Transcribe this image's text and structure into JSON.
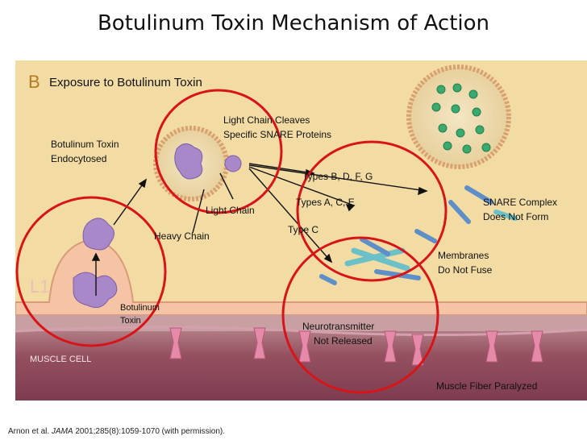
{
  "slide": {
    "title": "Botulinum Toxin Mechanism of Action",
    "citation_prefix": "Arnon et al. ",
    "citation_journal": "JAMA",
    "citation_suffix": " 2001;285(8):1059-1070 (with permission)."
  },
  "figure": {
    "panel_letter": "B",
    "panel_heading": "Exposure to Botulinum Toxin",
    "labels": {
      "endocytosed_1": "Botulinum Toxin",
      "endocytosed_2": "Endocytosed",
      "cleaves_1": "Light Chain Cleaves",
      "cleaves_2": "Specific SNARE Proteins",
      "types_bdfg": "Types B, D, F, G",
      "types_ace": "Types A, C, E",
      "type_c": "Type C",
      "light_chain": "Light Chain",
      "heavy_chain": "Heavy Chain",
      "snare_1": "SNARE Complex",
      "snare_2": "Does Not Form",
      "membranes_1": "Membranes",
      "membranes_2": "Do Not Fuse",
      "toxin_1": "Botulinum",
      "toxin_2": "Toxin",
      "neuro_1": "Neurotransmitter",
      "neuro_2": "Not Released",
      "muscle_cell": "MUSCLE CELL",
      "paralyzed": "Muscle Fiber Paralyzed",
      "l1_mark": "L1"
    },
    "colors": {
      "nerve_bg": "#f2dca4",
      "synaptic_cleft": "#c9a0a2",
      "muscle_cell": "#8f4a5c",
      "highlight_circle": "#d81418",
      "toxin": "#a888c8",
      "vesicle_dots": "#3caa6e",
      "receptor": "#e58aa8",
      "snare_blue": "#5f8fc8",
      "snare_teal": "#6cc0c8"
    }
  }
}
